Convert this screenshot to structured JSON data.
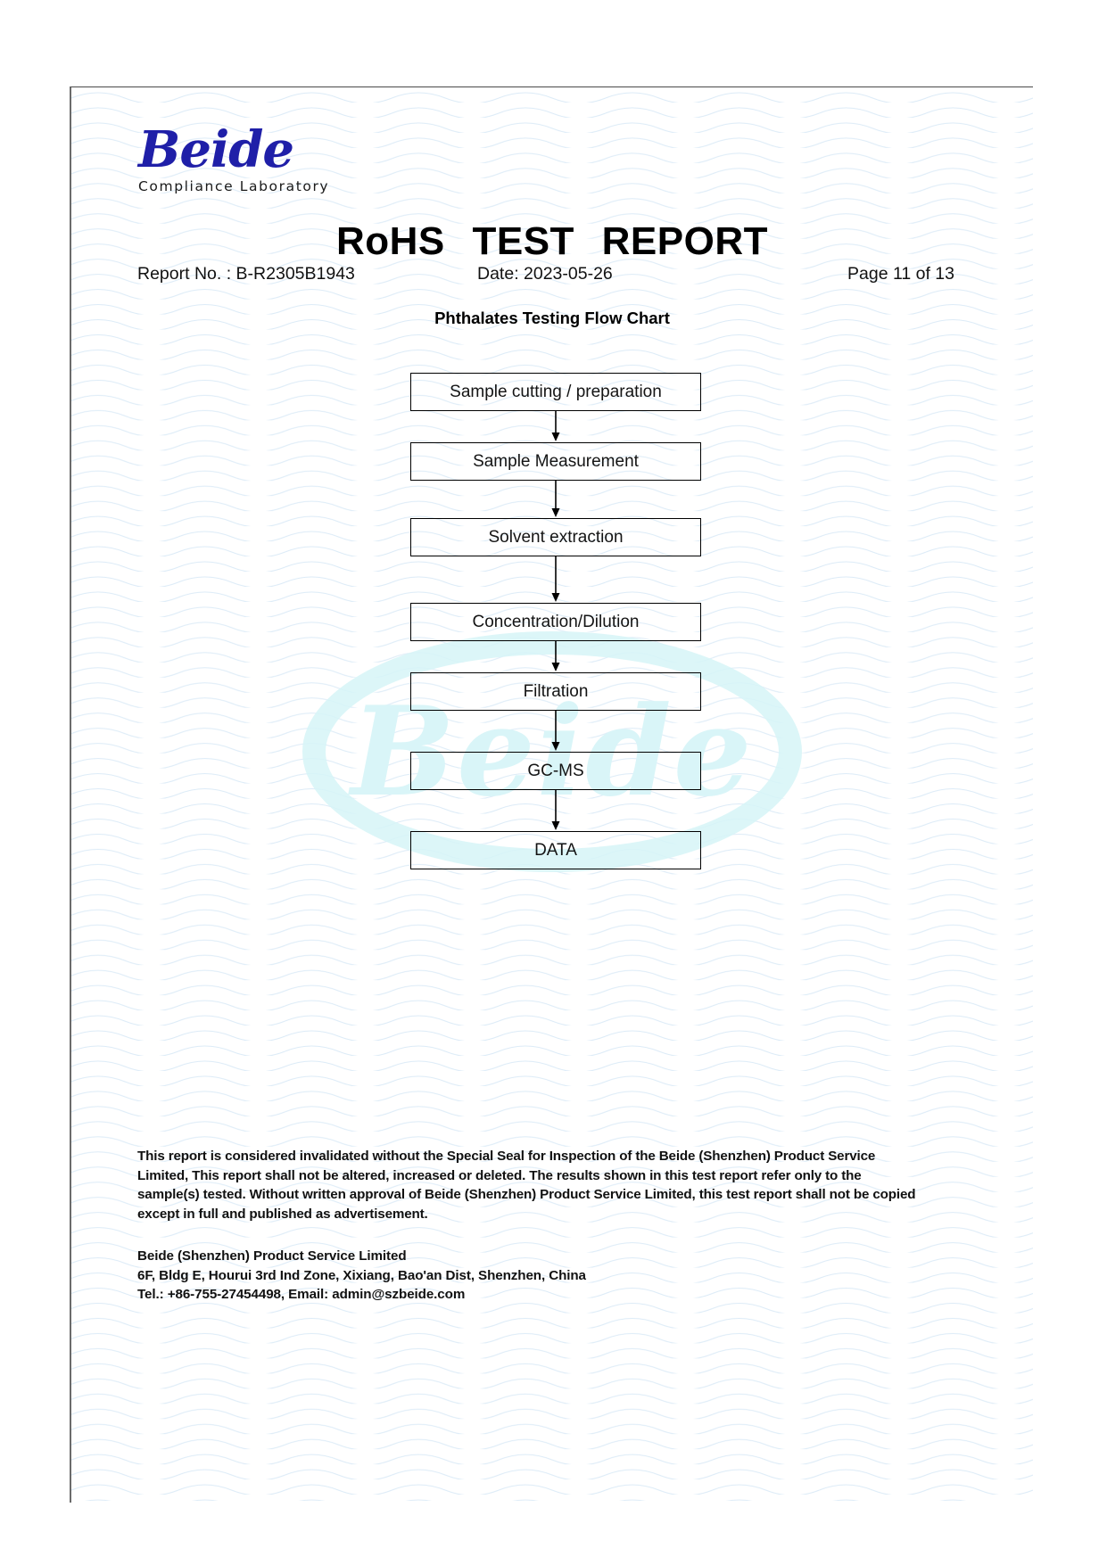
{
  "logo": {
    "word": "Beide",
    "subtitle": "Compliance Laboratory"
  },
  "header": {
    "title": "RoHS TEST REPORT",
    "report_no": "Report No. : B-R2305B1943",
    "date": "Date: 2023-05-26",
    "page": "Page 11 of 13"
  },
  "section": {
    "heading": "Phthalates Testing Flow Chart"
  },
  "flowchart": {
    "steps": [
      {
        "label": "Sample cutting / preparation"
      },
      {
        "label": "Sample Measurement"
      },
      {
        "label": "Solvent extraction"
      },
      {
        "label": "Concentration/Dilution"
      },
      {
        "label": "Filtration"
      },
      {
        "label": "GC-MS"
      },
      {
        "label": "DATA"
      }
    ]
  },
  "footer": {
    "disclaimer": "This report is considered invalidated without the Special Seal for Inspection of the Beide (Shenzhen) Product Service Limited, This report shall not be altered, increased or deleted. The results shown in this test report refer only to the sample(s) tested. Without written approval of Beide (Shenzhen) Product Service Limited, this test report shall not be copied except in full and published as advertisement.",
    "company": "Beide (Shenzhen) Product Service Limited",
    "address": "6F, Bldg E, Hourui 3rd Ind Zone, Xixiang, Bao'an Dist, Shenzhen, China",
    "contact": "Tel.: +86-755-27454498, Email: admin@szbeide.com"
  },
  "watermark": {
    "text": "Beide"
  },
  "colors": {
    "logo_blue": "#1f1fa8",
    "watermark_cyan": "#d9f5f8",
    "page_border": "#6b6b6b",
    "guilloche": "#d8e8f5"
  }
}
